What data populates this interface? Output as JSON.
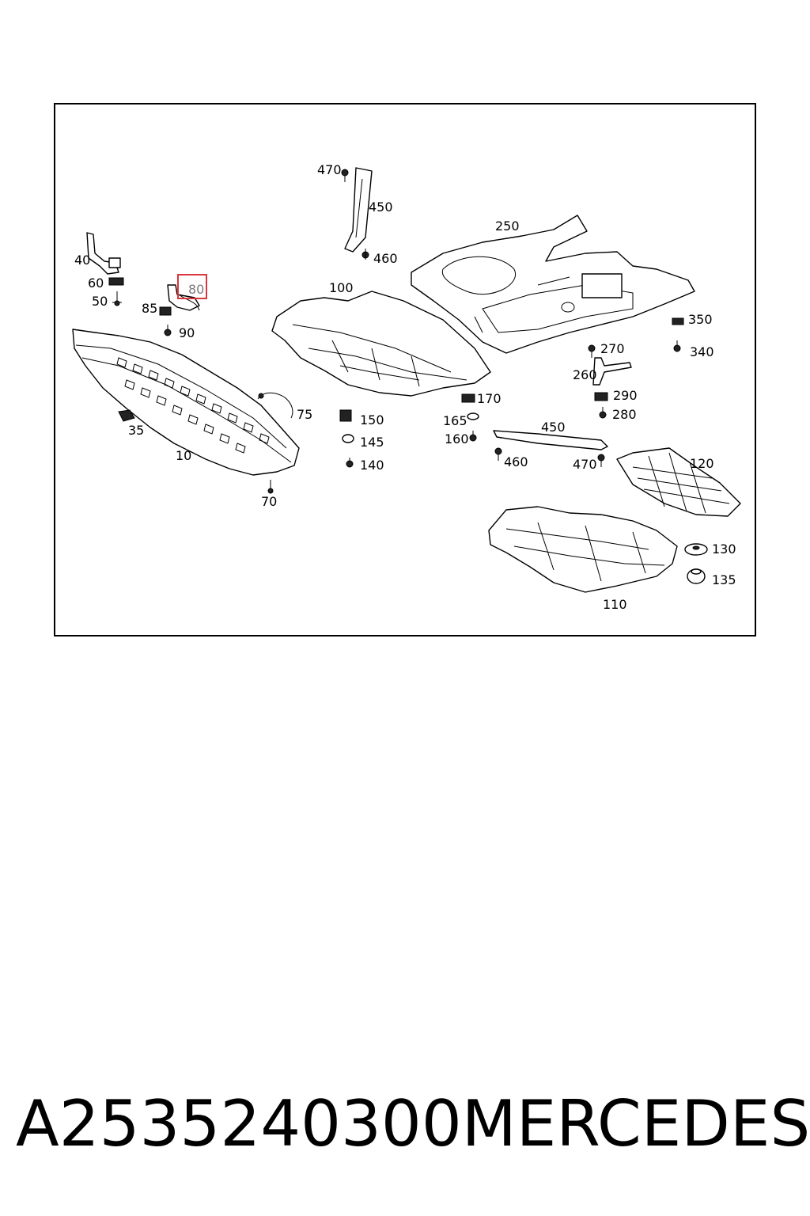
{
  "diagram": {
    "labels": [
      {
        "id": "470a",
        "text": "470"
      },
      {
        "id": "450a",
        "text": "450"
      },
      {
        "id": "460a",
        "text": "460"
      },
      {
        "id": "250",
        "text": "250"
      },
      {
        "id": "40",
        "text": "40"
      },
      {
        "id": "60",
        "text": "60"
      },
      {
        "id": "50",
        "text": "50"
      },
      {
        "id": "80",
        "text": "80"
      },
      {
        "id": "85",
        "text": "85"
      },
      {
        "id": "90",
        "text": "90"
      },
      {
        "id": "100",
        "text": "100"
      },
      {
        "id": "350",
        "text": "350"
      },
      {
        "id": "340",
        "text": "340"
      },
      {
        "id": "270",
        "text": "270"
      },
      {
        "id": "260",
        "text": "260"
      },
      {
        "id": "290",
        "text": "290"
      },
      {
        "id": "280",
        "text": "280"
      },
      {
        "id": "170",
        "text": "170"
      },
      {
        "id": "165",
        "text": "165"
      },
      {
        "id": "160",
        "text": "160"
      },
      {
        "id": "150",
        "text": "150"
      },
      {
        "id": "145",
        "text": "145"
      },
      {
        "id": "140",
        "text": "140"
      },
      {
        "id": "75",
        "text": "75"
      },
      {
        "id": "35",
        "text": "35"
      },
      {
        "id": "10",
        "text": "10"
      },
      {
        "id": "70",
        "text": "70"
      },
      {
        "id": "450b",
        "text": "450"
      },
      {
        "id": "460b",
        "text": "460"
      },
      {
        "id": "470b",
        "text": "470"
      },
      {
        "id": "120",
        "text": "120"
      },
      {
        "id": "130",
        "text": "130"
      },
      {
        "id": "135",
        "text": "135"
      },
      {
        "id": "110",
        "text": "110"
      }
    ],
    "highlight_label": "80",
    "highlight_color": "#d9363e"
  },
  "footer": {
    "part_number": "A2535240300",
    "brand": "MERCEDES"
  }
}
